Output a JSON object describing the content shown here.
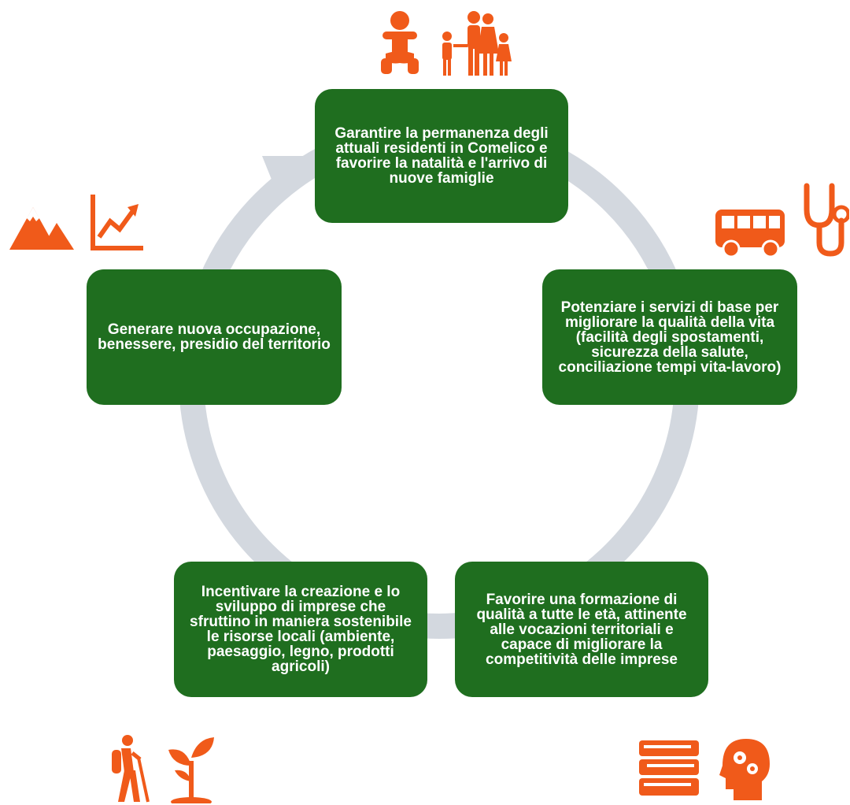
{
  "diagram": {
    "accent_color": "#f05a1a",
    "box_color": "#1f6e1f",
    "ring_color": "#d3d8df",
    "steps": {
      "top": "Garantire la permanenza degli attuali residenti in Comelico e favorire la natalità e l'arrivo di nuove famiglie",
      "right": "Potenziare i servizi di base per migliorare la qualità della vita (facilità degli spostamenti, sicurezza della salute, conciliazione tempi vita-lavoro)",
      "bottom_right": "Favorire una formazione di qualità a tutte le età, attinente alle vocazioni territoriali e capace di migliorare la competitività delle imprese",
      "bottom_left": "Incentivare la creazione e lo sviluppo di imprese che sfruttino in maniera sostenibile le risorse locali (ambiente, paesaggio, legno, prodotti agricoli)",
      "left": "Generare nuova occupazione, benessere, presidio del territorio"
    },
    "icons": {
      "top": [
        "baby-icon",
        "family-icon"
      ],
      "right": [
        "bus-icon",
        "stethoscope-icon"
      ],
      "bottom_right": [
        "books-icon",
        "head-gears-icon"
      ],
      "bottom_left": [
        "hiker-icon",
        "sprout-icon"
      ],
      "left": [
        "mountains-icon",
        "growth-chart-icon"
      ]
    }
  }
}
